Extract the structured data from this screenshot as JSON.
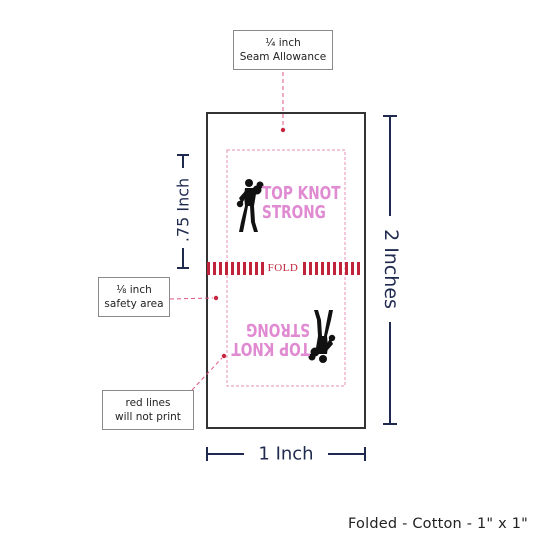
{
  "callouts": {
    "seam": {
      "line1": "¼ inch",
      "line2": "Seam Allowance"
    },
    "safety": {
      "line1": "⅛ inch",
      "line2": "safety area"
    },
    "redlines": {
      "line1": "red lines",
      "line2": "will not print"
    }
  },
  "dimensions": {
    "height_half": ".75 Inch",
    "height_full": "2 Inches",
    "width": "1 Inch"
  },
  "fold_label": "FOLD",
  "logo": {
    "line1": "TOP KNOT",
    "line2": "STRONG"
  },
  "footer": "Folded - Cotton - 1\" x 1\"",
  "colors": {
    "dimension": "#1f2a4e",
    "fold_stripe": "#c0243a",
    "guide": "#e0548a",
    "logo_pink": "#e08ad2",
    "leader_dot": "#c8243e"
  }
}
